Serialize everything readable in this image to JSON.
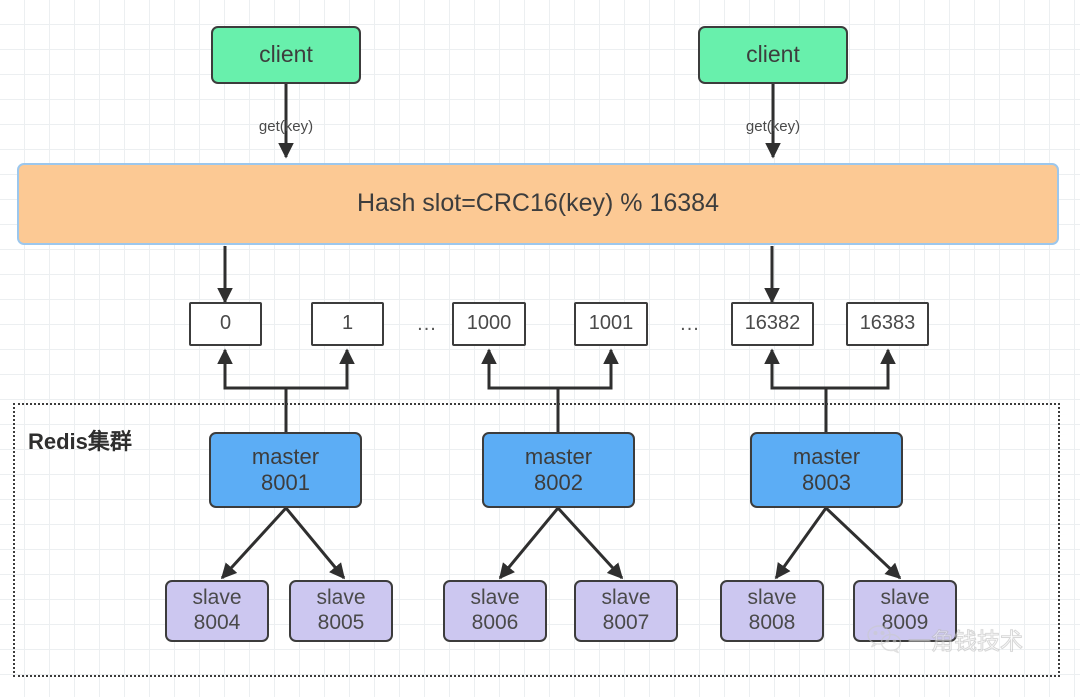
{
  "diagram": {
    "title": "Redis Cluster hash slot routing",
    "colors": {
      "client_fill": "#68F0AC",
      "hashbar_fill": "#FCC994",
      "hashbar_border": "#9CC7ED",
      "master_fill": "#5CADF5",
      "slave_fill": "#CCC7F0",
      "slot_fill": "#ffffff",
      "stroke": "#3c3c3c",
      "grid": "#eceff1"
    }
  },
  "clients": [
    {
      "label": "client",
      "edge_label": "get(key)"
    },
    {
      "label": "client",
      "edge_label": "get(key)"
    }
  ],
  "hash_slot_bar": {
    "label": "Hash slot=CRC16(key) % 16384"
  },
  "slots": [
    {
      "label": "0"
    },
    {
      "label": "1"
    },
    {
      "label": "1000"
    },
    {
      "label": "1001"
    },
    {
      "label": "16382"
    },
    {
      "label": "16383"
    }
  ],
  "slot_ellipsis": [
    {
      "label": "..."
    },
    {
      "label": "..."
    }
  ],
  "cluster": {
    "label": "Redis集群"
  },
  "masters": [
    {
      "role": "master",
      "port": "8001"
    },
    {
      "role": "master",
      "port": "8002"
    },
    {
      "role": "master",
      "port": "8003"
    }
  ],
  "slaves": [
    {
      "role": "slave",
      "port": "8004"
    },
    {
      "role": "slave",
      "port": "8005"
    },
    {
      "role": "slave",
      "port": "8006"
    },
    {
      "role": "slave",
      "port": "8007"
    },
    {
      "role": "slave",
      "port": "8008"
    },
    {
      "role": "slave",
      "port": "8009"
    }
  ],
  "watermark": {
    "icon": "wechat-icon",
    "text": "一角钱技术"
  }
}
